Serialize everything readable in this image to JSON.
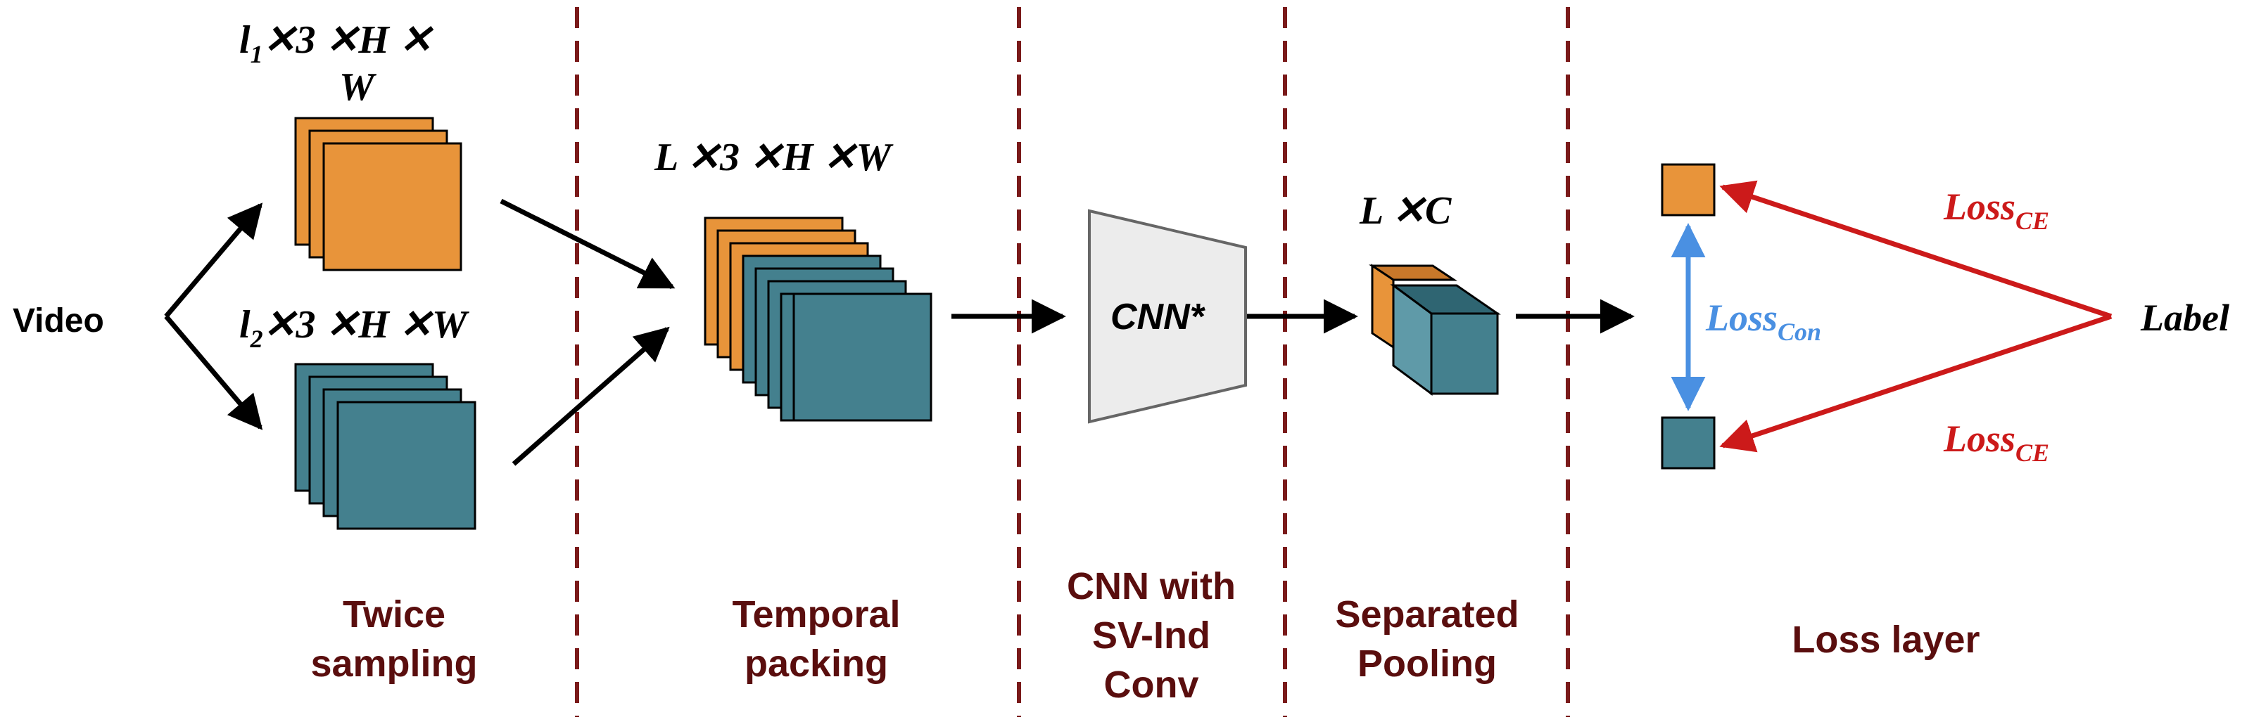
{
  "input": {
    "label": "Video"
  },
  "dims": {
    "l1": {
      "var": "l",
      "sub": "1",
      "rest1": "✕3 ✕H ✕",
      "rest2": "W"
    },
    "l2": {
      "var": "l",
      "sub": "2",
      "rest": "✕3 ✕H ✕W"
    },
    "packed": "L ✕3 ✕H ✕W",
    "pooled": "L ✕C"
  },
  "cnn": {
    "label": "CNN*"
  },
  "stages": {
    "twice_line1": "Twice",
    "twice_line2": "sampling",
    "temporal_line1": "Temporal",
    "temporal_line2": "packing",
    "cnn_line1": "CNN with",
    "cnn_line2": "SV-Ind",
    "cnn_line3": "Conv",
    "pool_line1": "Separated",
    "pool_line2": "Pooling",
    "loss": "Loss layer"
  },
  "loss": {
    "ce_top": {
      "main": "Loss",
      "sub": "CE"
    },
    "ce_bottom": {
      "main": "Loss",
      "sub": "CE"
    },
    "con": {
      "main": "Loss",
      "sub": "Con"
    },
    "target": "Label"
  },
  "colors": {
    "orange": "#e8943a",
    "teal": "#44808e",
    "divider": "#7a1a1a",
    "red": "#cc1a1a",
    "blue": "#4a90e2",
    "stage_text": "#5a0e0e"
  }
}
